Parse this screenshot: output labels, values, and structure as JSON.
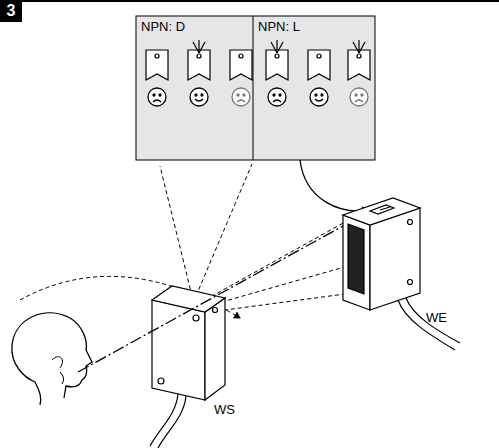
{
  "diagram": {
    "nodes": [
      {
        "text": [
          "NPN: D"
        ]
      },
      {
        "text": [
          "NPN: L"
        ]
      }
    ],
    "labels": [
      "3",
      "WS",
      "WE"
    ]
  }
}
